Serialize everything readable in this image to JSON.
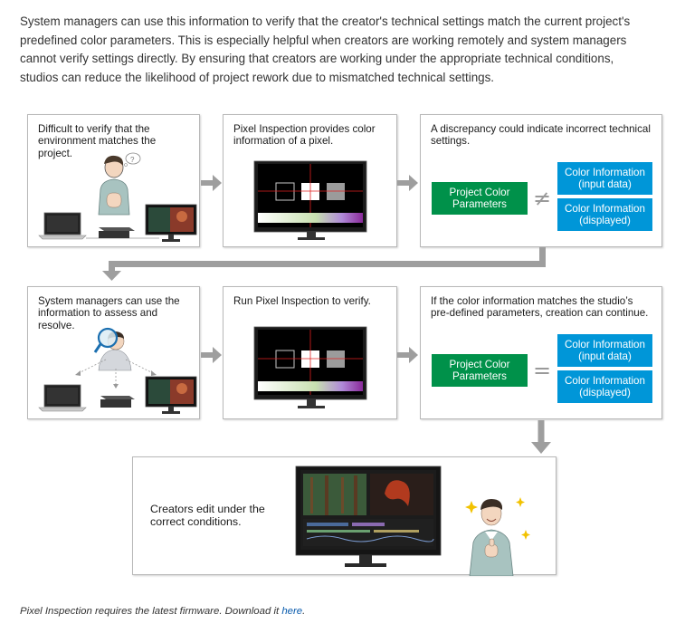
{
  "intro": {
    "line1": "System managers can use this information to verify that the creator's technical settings match the current project's",
    "line2": "predefined color parameters. This is especially helpful when creators are working remotely and system managers",
    "line3": "cannot verify settings directly. By ensuring that creators are working under the appropriate technical conditions,",
    "line4": "studios can reduce the likelihood of project rework due to mismatched technical settings."
  },
  "row1": {
    "box1": {
      "line1": "Difficult to verify that the",
      "line2": "environment matches the project."
    },
    "box2": {
      "line1": "Pixel Inspection provides color",
      "line2": "information of a pixel."
    },
    "box3": {
      "line1": "A discrepancy could indicate incorrect technical",
      "line2": "settings.",
      "project_line1": "Project Color",
      "project_line2": "Parameters",
      "symbol": "≠",
      "input_line1": "Color Information",
      "input_line2": "(input data)",
      "displayed_line1": "Color Information",
      "displayed_line2": "(displayed)"
    }
  },
  "row2": {
    "box1": {
      "line1": "System managers can use the",
      "line2": "information to assess and resolve."
    },
    "box2": {
      "line1": "Run Pixel Inspection to verify."
    },
    "box3": {
      "line1": "If the color information matches the studio’s",
      "line2": "pre-defined parameters, creation can continue.",
      "project_line1": "Project Color",
      "project_line2": "Parameters",
      "symbol": "=",
      "input_line1": "Color Information",
      "input_line2": "(input data)",
      "displayed_line1": "Color Information",
      "displayed_line2": "(displayed)"
    }
  },
  "final": {
    "line1": "Creators edit under the",
    "line2": "correct conditions."
  },
  "footer": {
    "text": "Pixel Inspection requires the latest firmware. Download it ",
    "link": "here",
    "end": "."
  },
  "colors": {
    "green": "#00914a",
    "blue": "#0096d8",
    "arrow": "#9e9e9e",
    "link": "#0b5cad"
  }
}
